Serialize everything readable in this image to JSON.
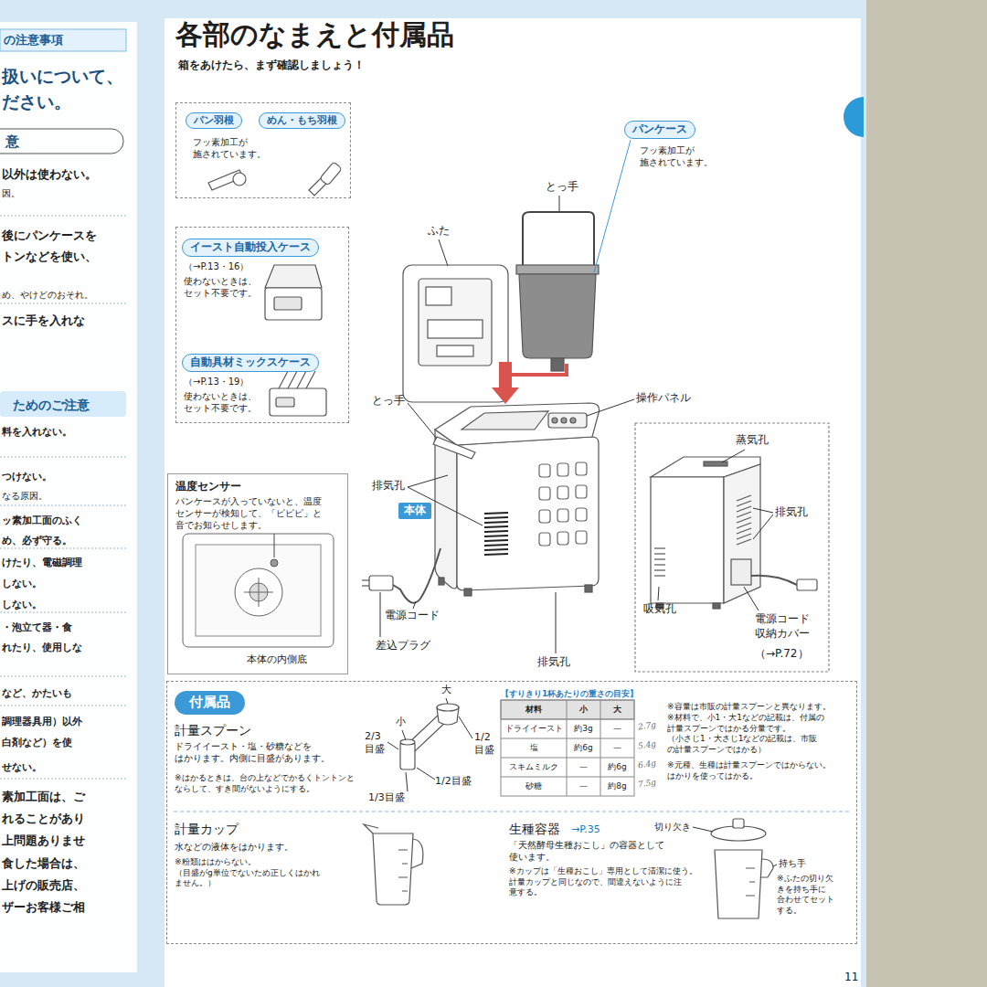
{
  "diagram": {
    "title": "各部のなまえと付属品",
    "nodes": [
      {
        "text": [
          "フッ素加工が 施されています。"
        ]
      },
      {
        "text": [
          "パン羽根"
        ],
        "in": 0
      },
      {
        "text": [
          "めん・もち羽根"
        ],
        "in": 0
      },
      {
        "text": [
          "パンケース"
        ]
      },
      {
        "text": [
          "（→P.13・16）",
          "使わないときは、 セット不要です。",
          "（→P.13・19）",
          "使わないときは、 セット不要です。"
        ]
      },
      {
        "text": [
          "イースト自動投入ケース"
        ],
        "in": 4
      },
      {
        "text": [
          "自動具材ミックスケース"
        ],
        "in": 4
      },
      {
        "text": [
          "温度センサー",
          "パンケースが入っていないと、温度 センサーが検知して、「ピピピ」と 音でお知らせします。",
          "本体の内側底"
        ]
      },
      {
        "text": [
          "本体"
        ]
      },
      {
        "text": [
          "計量スプーン",
          "ドライイースト・塩・砂糖などを はかります。内側に目盛があります。",
          "※はかるときは、台の上などでかるくトントンと ならして、すき間がないようにする。",
          "計量カップ",
          "水などの液体をはかります。",
          "※粉類ははからない。 （目盛がg単位でないため正しくはかれ ません。）",
          "生種容器",
          "→P.35",
          "「天然酵母生種おこし」の容器として 使います。",
          "※カップは「生種おこし」専用として清潔に使う。 計量カップと同じなので、間違えないように注 意する。"
        ]
      },
      {
        "text": [
          "付属品"
        ],
        "in": 9
      }
    ],
    "labels": [
      "の注意事項",
      "扱いについて、",
      "ださい。",
      "意",
      "以外は使わない。",
      "因。",
      "後にパンケースを",
      "トンなどを使い、",
      "め、やけどのおそれ。",
      "スに手を入れな",
      "ためのご注意",
      "料を入れない。",
      "つけない。",
      "なる原因。",
      "ッ素加工面のふく",
      "め、必ず守る。",
      "けたり、電磁調理",
      "しない。",
      "しない。",
      "・泡立て器・食",
      "れたり、使用しな",
      "など、かたいも",
      "調理器具用）以外",
      "白剤など）を使",
      "せない。",
      "素加工面は、ご",
      "れることがあり",
      "上問題ありませ",
      "食した場合は、",
      "上げの販売店、",
      "ザーお客様ご相",
      "箱をあけたら、まず確認しましょう！",
      "フッ素加工が 施されています。",
      "ふた",
      "とっ手",
      "とっ手",
      "操作パネル",
      "排気孔",
      "電源コード",
      "差込プラグ",
      "排気孔",
      "蒸気孔",
      "排気孔",
      "吸気孔",
      "電源コード 収納カバー",
      "（→P.72）",
      "大",
      "小",
      "2/3 目盛",
      "1/2 目盛",
      "1/2目盛",
      "1/3目盛",
      "【すりきり1杯あたりの重さの目安】",
      "材料",
      "小",
      "大",
      "ドライイースト",
      "約3g",
      "—",
      "塩",
      "約6g",
      "—",
      "スキムミルク",
      "—",
      "約6g",
      "砂糖",
      "—",
      "約8g",
      "2.7g",
      "5.4g",
      "6.4g",
      "7.5g",
      "※容量は市販の計量スプーンと異なります。",
      "※材料で、小1・大1などの記載は、付属の 計量スプーンではかる分量です。 （小さじ1・大さじ1などの記載は、市販 の計量スプーンではかる）",
      "※元種、生種は計量スプーンではからない。 はかりを使ってはかる。",
      "切り欠き",
      "持ち手",
      "※ふたの切り欠 きを持ち手に 合わせてセット する。",
      "11"
    ]
  }
}
